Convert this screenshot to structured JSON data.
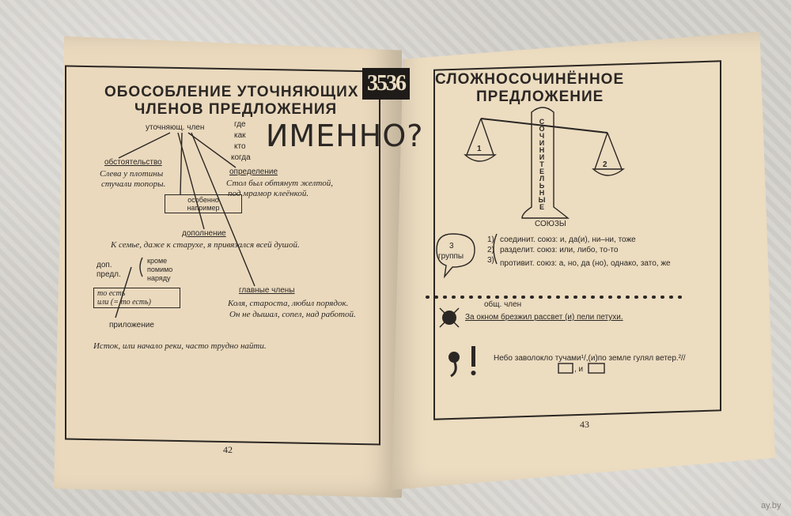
{
  "left_page": {
    "badge": "35",
    "title_line1": "ОБОСОБЛЕНИЕ УТОЧНЯЮЩИХ",
    "title_line2": "ЧЛЕНОВ ПРЕДЛОЖЕНИЯ",
    "node_root": "уточняющ. член",
    "questions": [
      "где",
      "как",
      "кто",
      "когда"
    ],
    "big_word": "ИМЕННО?",
    "node_circumstance": "обстоятельство",
    "ex_circumstance_1": "Слева у плотины",
    "ex_circumstance_2": "стучали топоры.",
    "node_definition": "определение",
    "ex_definition_1": "Стол был обтянут желтой,",
    "ex_definition_2": "под мрамор клеёнкой.",
    "box_especially_1": "особенно",
    "box_especially_2": "например",
    "node_object": "дополнение",
    "ex_object": "К семье, даже к старухе, я привязался всей душой.",
    "label_dop_1": "доп.",
    "label_dop_2": "предл.",
    "except_1": "кроме",
    "except_2": "помимо",
    "except_3": "наряду",
    "box_that_is_1": "то есть",
    "box_that_is_2": "или (= то есть)",
    "node_main": "главные члены",
    "ex_main_1": "Коля, староста, любил порядок.",
    "ex_main_2": "Он не дышал, сопел, над работой.",
    "node_appositive": "приложение",
    "ex_appositive": "Исток, или начало реки, часто трудно найти.",
    "page_number": "42"
  },
  "right_page": {
    "badge": "36",
    "title_line1": "СЛОЖНОСОЧИНЁННОЕ",
    "title_line2": "ПРЕДЛОЖЕНИЕ",
    "column_letters": [
      "С",
      "О",
      "Ч",
      "И",
      "Н",
      "И",
      "Т",
      "Е",
      "Л",
      "Ь",
      "Н",
      "Ы",
      "Е"
    ],
    "column_base": "СОЮЗЫ",
    "pan_left": "1",
    "pan_right": "2",
    "groups_1": "3",
    "groups_2": "группы",
    "group_rows": [
      {
        "num": "1)",
        "text": "соединит. союз: и, да(и), ни–ни, тоже"
      },
      {
        "num": "2)",
        "text": "разделит. союз: или, либо, то-то"
      },
      {
        "num": "3)",
        "text": "противит. союз: а, но, да (но), однако, зато, же"
      }
    ],
    "common_member": "общ. член",
    "sentence_1": "За окном брезжил рассвет (и) пели петухи.",
    "sentence_2": "Небо заволокло тучами¹/,(и)по земле гулял ветер.²//",
    "scheme": ", и",
    "page_number": "43"
  },
  "watermark": "ay.by"
}
